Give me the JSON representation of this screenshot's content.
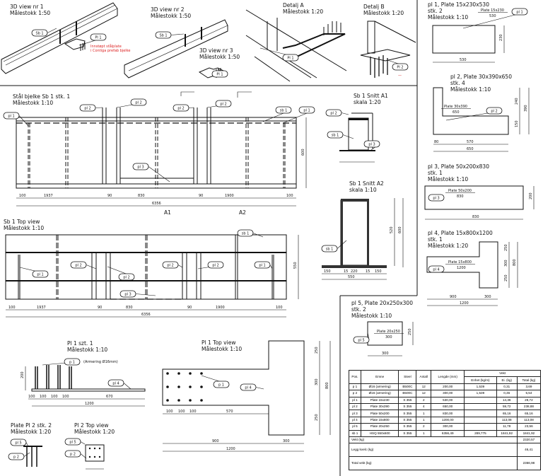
{
  "views": {
    "v3d1": [
      "3D view nr 1",
      "Målestokk 1:50"
    ],
    "v3d1_note": [
      "Innstøpt stålplate",
      "i Contiga prefab bjelke"
    ],
    "v3d2": [
      "3D view nr 2",
      "Målestokk 1:50"
    ],
    "v3d3": [
      "3D view nr 3",
      "Målestokk 1:50"
    ],
    "detA": [
      "Detalj A",
      "Målestokk 1:20"
    ],
    "detB": [
      "Detalj B",
      "Målestokk 1:20"
    ],
    "elev": [
      "Stål bjelke Sb 1  stk. 1",
      "Målestokk 1:10"
    ],
    "secA1": [
      "Sb 1  Snitt A1",
      "skala  1:20"
    ],
    "secA2": [
      "Sb 1  Snitt A2",
      "skala  1:10"
    ],
    "top": [
      "Sb 1 Top view",
      "Målestokk 1:10"
    ],
    "pl1": [
      "pl 1, Plate 15x230x530",
      "stk. 2",
      "Målestokk 1:10"
    ],
    "pl2": [
      "pl 2, Plate 30x390x650",
      "stk. 4",
      "Målestokk 1:10"
    ],
    "pl3": [
      "pl 3, Plate 50x200x830",
      "stk. 1",
      "Målestokk 1:10"
    ],
    "pl4": [
      "pl 4, Plate 15x800x1200",
      "stk. 1",
      "Målestokk 1:20"
    ],
    "pl5": [
      "pl 5, Plate 20x250x300",
      "stk. 2",
      "Målestokk 1:10"
    ],
    "Pl1": [
      "Pl 1  szt. 1",
      "Målestokk 1:10"
    ],
    "Pl1top": [
      "Pl 1 Top view",
      "Målestokk 1:10"
    ],
    "Pl2": [
      "Plate Pl 2  stk. 2",
      "Målestokk 1:20"
    ],
    "Pl2top": [
      "Pl 2 Top view",
      "Målestokk 1:20"
    ]
  },
  "plate_labels": {
    "pl1": [
      "Plate 15x230",
      "530"
    ],
    "pl2": [
      "Plate 30x390",
      "650"
    ],
    "pl3": [
      "Plate 50x200",
      "830"
    ],
    "pl4": [
      "Plate 15x800",
      "1200"
    ],
    "pl5": [
      "Plate 20x250",
      "300"
    ]
  },
  "armering_note": "(Armering Ø16mm)",
  "section_marks": [
    "A1",
    "A2"
  ],
  "callouts": [
    "Sb 1",
    "Pl 1",
    "Sb 1",
    "Pl 1",
    "Pl 1",
    "Pl 2",
    "pl 1",
    "pl 2",
    "pl 2",
    "pl 2",
    "pl 2",
    "sb 1",
    "pl 1",
    "pl 3",
    "pl 2",
    "sb 1",
    "pl 3",
    "sb 1",
    "sb 1",
    "pl 1",
    "pl 2",
    "pl 2",
    "pl 2",
    "pl 2",
    "pl 1",
    "pl 3",
    "pl 1",
    "pl 2",
    "pl 3",
    "pl 4",
    "pl 5",
    "p 1",
    "pl 4",
    "p 1",
    "pl 4",
    "pl 5",
    "p 2",
    "pl 5",
    "p 2"
  ],
  "dimensions": {
    "elev": [
      "100",
      "1937",
      "90",
      "830",
      "90",
      "1900",
      "100",
      "6356",
      "600"
    ],
    "top": [
      "100",
      "1937",
      "90",
      "830",
      "90",
      "1900",
      "100",
      "6356",
      "550"
    ],
    "pl1": [
      "530",
      "230"
    ],
    "pl2": [
      "80",
      "570",
      "650",
      "240",
      "150",
      "390"
    ],
    "pl3": [
      "830",
      "200"
    ],
    "pl4": [
      "900",
      "300",
      "1200",
      "250",
      "300",
      "250",
      "800"
    ],
    "pl5": [
      "300",
      "250"
    ],
    "secA2": [
      "150",
      "15",
      "220",
      "15",
      "150",
      "550",
      "520",
      "600"
    ],
    "Pl1": [
      "100",
      "100",
      "100",
      "100",
      "670",
      "1200",
      "200"
    ],
    "Pl1top": [
      "100",
      "100",
      "100",
      "570",
      "900",
      "300",
      "1200",
      "250",
      "300",
      "250",
      "800"
    ]
  },
  "bom": {
    "headers": [
      "Pos.",
      "Emne",
      "Steel",
      "Antall",
      "Lengde (mm)",
      "Vekt"
    ],
    "vekt_sub": [
      "Enhet (kg/m)",
      "Ei. (kg)",
      "Total (kg)"
    ],
    "rows": [
      [
        "p 1",
        "Ø16 (armering)",
        "B500C",
        "12",
        "200,00",
        "1,539",
        "0,31",
        "3,69"
      ],
      [
        "p 2",
        "Ø16 (armering)",
        "B500C",
        "12",
        "300,00",
        "1,539",
        "0,46",
        "5,54"
      ],
      [
        "pl 1",
        "Plate 15x230",
        "S 355",
        "2",
        "530,00",
        "",
        "14,36",
        "28,72"
      ],
      [
        "pl 2",
        "Plate 30x390",
        "S 355",
        "4",
        "650,00",
        "",
        "59,72",
        "238,88"
      ],
      [
        "pl 3",
        "Plate 50x200",
        "S 355",
        "1",
        "830,00",
        "",
        "65,16",
        "65,16"
      ],
      [
        "pl 4",
        "Plate 15x800",
        "S 355",
        "1",
        "1200,00",
        "",
        "113,08",
        "113,08"
      ],
      [
        "pl 5",
        "Plate 20x250",
        "S 355",
        "2",
        "300,00",
        "",
        "11,78",
        "23,56"
      ],
      [
        "sb 1",
        "HSQ 550x600",
        "S 355",
        "1",
        "6356,49",
        "289,775",
        "1841,92",
        "1841,92"
      ]
    ],
    "vekt_label": "Vekt (kg)",
    "vekt_value": "2320,57",
    "legg_label": "Legg kvelc (kg)",
    "legg_value": "46,41",
    "total_label": "Total vekt (kg)",
    "total_value": "2366,98"
  },
  "colors": {
    "line": "#111111",
    "note": "#dd2222"
  }
}
